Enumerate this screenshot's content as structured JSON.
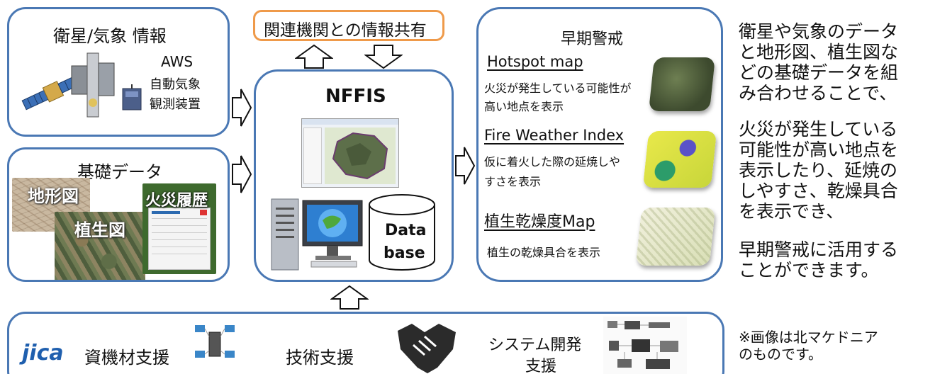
{
  "satellite": {
    "title": "衛星/気象 情報",
    "aws": "AWS",
    "aws_line1": "自動気象",
    "aws_line2": "観測装置"
  },
  "base": {
    "title": "基礎データ",
    "topo_label": "地形図",
    "veg_label": "植生図",
    "fire_label": "火災履歴"
  },
  "share": {
    "label": "関連機関との情報共有"
  },
  "nffis": {
    "title": "NFFIS",
    "db_line1": "Data",
    "db_line2": "base"
  },
  "warning": {
    "title": "早期警戒",
    "items": [
      {
        "heading": "Hotspot map",
        "desc1": "火災が発生している可能性が",
        "desc2": "高い地点を表示"
      },
      {
        "heading": "Fire Weather Index",
        "desc1": "仮に着火した際の延焼しや",
        "desc2": "すさを表示"
      },
      {
        "heading": "植生乾燥度Map",
        "desc1": "植生の乾燥具合を表示",
        "desc2": ""
      }
    ]
  },
  "support": {
    "logo": "jica",
    "items": [
      "資機材支援",
      "技術支援"
    ],
    "sysdev_line1": "システム開発",
    "sysdev_line2": "支援"
  },
  "side_text": {
    "p1": [
      "衛星や気象のデータ",
      "と地形図、植生図な",
      "どの基礎データを組",
      "み合わせることで、"
    ],
    "p2": [
      "火災が発生している",
      "可能性が高い地点を",
      "表示したり、延焼の",
      "しやすさ、乾燥具合",
      "を表示でき、"
    ],
    "p3": [
      "早期警戒に活用する",
      "ことができます。"
    ],
    "note": [
      "※画像は北マケドニア",
      "のものです。"
    ]
  },
  "colors": {
    "box_border": "#4a78b4",
    "share_border": "#ef9a4a",
    "jica_blue": "#1f5fae"
  }
}
